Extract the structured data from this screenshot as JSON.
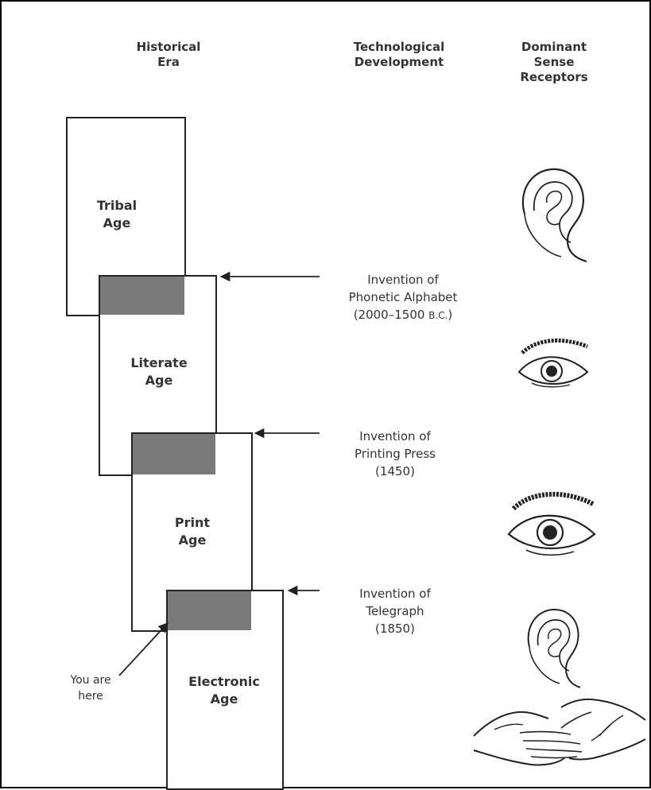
{
  "headers": {
    "era": [
      "Historical",
      "Era"
    ],
    "tech": [
      "Technological",
      "Development"
    ],
    "sense": [
      "Dominant",
      "Sense",
      "Receptors"
    ]
  },
  "ages": {
    "tribal": [
      "Tribal",
      "Age"
    ],
    "literate": [
      "Literate",
      "Age"
    ],
    "print": [
      "Print",
      "Age"
    ],
    "electronic": [
      "Electronic",
      "Age"
    ]
  },
  "inventions": {
    "alphabet": [
      "Invention of",
      "Phonetic Alphabet",
      "(2000–1500 ",
      "B.C.",
      ")"
    ],
    "press": [
      "Invention of",
      "Printing Press",
      "(1450)"
    ],
    "telegraph": [
      "Invention of",
      "Telegraph",
      "(1850)"
    ]
  },
  "pointer": [
    "You are",
    "here"
  ],
  "icons": {
    "tribal": "ear-icon",
    "literate": "eye-icon",
    "print": "eye-icon",
    "electronic": [
      "ear-icon",
      "hands-icon"
    ]
  },
  "colors": {
    "overlap": "#7a7a7a",
    "lines": "#222222"
  }
}
